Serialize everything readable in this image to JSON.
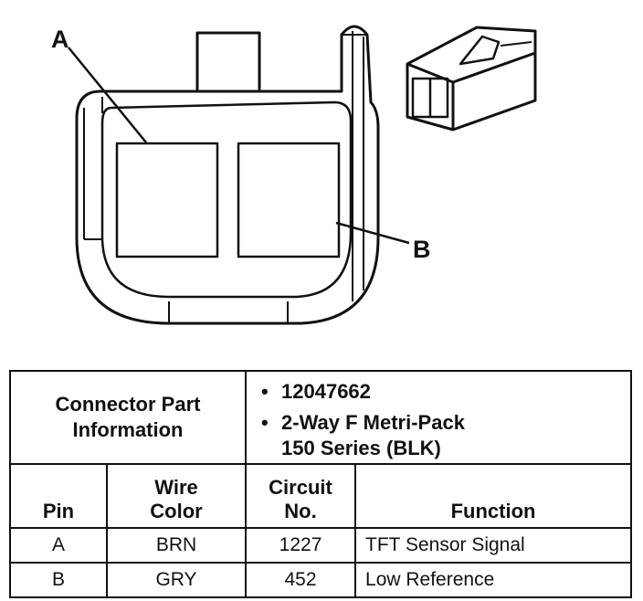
{
  "diagram": {
    "pin_labels": [
      "A",
      "B"
    ]
  },
  "table": {
    "info_title": [
      "Connector Part",
      "Information"
    ],
    "info_items": [
      "12047662",
      "2-Way F Metri-Pack",
      "150 Series (BLK)"
    ],
    "headers": {
      "pin": [
        "Pin"
      ],
      "wire_color": [
        "Wire",
        "Color"
      ],
      "circuit": [
        "Circuit",
        "No."
      ],
      "function": [
        "Function"
      ]
    },
    "rows": [
      {
        "pin": "A",
        "wire_color": "BRN",
        "circuit": "1227",
        "function": "TFT Sensor Signal"
      },
      {
        "pin": "B",
        "wire_color": "GRY",
        "circuit": "452",
        "function": "Low Reference"
      }
    ]
  }
}
